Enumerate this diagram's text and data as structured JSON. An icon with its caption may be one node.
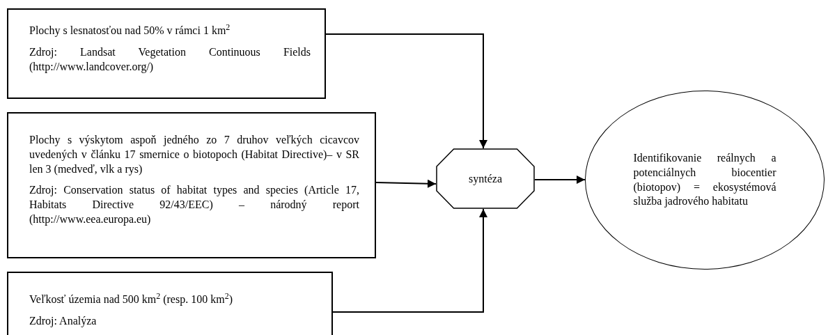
{
  "diagram": {
    "nodes": [
      {
        "text": [
          "Plochy s lesnatosťou nad 50% v rámci 1 km$^{2}$",
          "Zdroj: Landsat Vegetation Continuous Fields (http://www.landcover.org/)"
        ]
      },
      {
        "text": [
          "Plochy s výskytom aspoň jedného zo 7 druhov veľkých cicavcov uvedených v článku 17 smernice o biotopoch (Habitat Directive)– v SR len 3 (medveď, vlk a rys)",
          "Zdroj: Conservation status of habitat types and species (Article 17, Habitats Directive 92/43/EEC) – národný report (http://www.eea.europa.eu)"
        ]
      },
      {
        "text": [
          "Veľkosť územia nad 500 km$^{2}$ (resp. 100 km$^{2}$)",
          "Zdroj: Analýza"
        ]
      },
      {
        "text": [
          "syntéza"
        ]
      },
      {
        "text": [
          "Identifikovanie reálnych a potenciálnych biocentier (biotopov) = ekosystémová služba jadrového habitatu"
        ]
      }
    ],
    "edges": [
      {
        "from": 0,
        "to": 3,
        "arrow": "to"
      },
      {
        "from": 1,
        "to": 3,
        "arrow": "to"
      },
      {
        "from": 2,
        "to": 3,
        "arrow": "to"
      },
      {
        "from": 3,
        "to": 4,
        "arrow": "to"
      }
    ]
  }
}
